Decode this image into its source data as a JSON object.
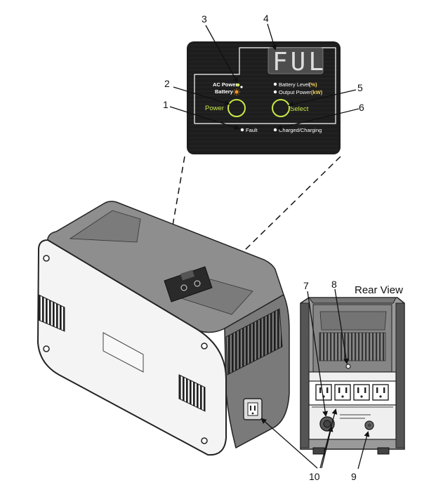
{
  "rear_view_title": "Rear View",
  "panel": {
    "display_text": "FUL",
    "ac_power_label": "AC Power",
    "battery_label": "Battery",
    "power_button_label": "Power",
    "fault_label": "Fault",
    "battery_level_label": "Battery Level",
    "battery_level_unit": "(%)",
    "output_power_label": "Output Power",
    "output_power_unit": "(kW)",
    "select_button_label": "Select",
    "charged_label": "Charged/Charging",
    "accent_color": "#c9e84a",
    "led_ac_color": "#c9e84a",
    "led_battery_color": "#f39a1e"
  },
  "callouts": {
    "c1": "1",
    "c2": "2",
    "c3": "3",
    "c4": "4",
    "c5": "5",
    "c6": "6",
    "c7": "7",
    "c8": "8",
    "c9": "9",
    "c10": "10"
  }
}
